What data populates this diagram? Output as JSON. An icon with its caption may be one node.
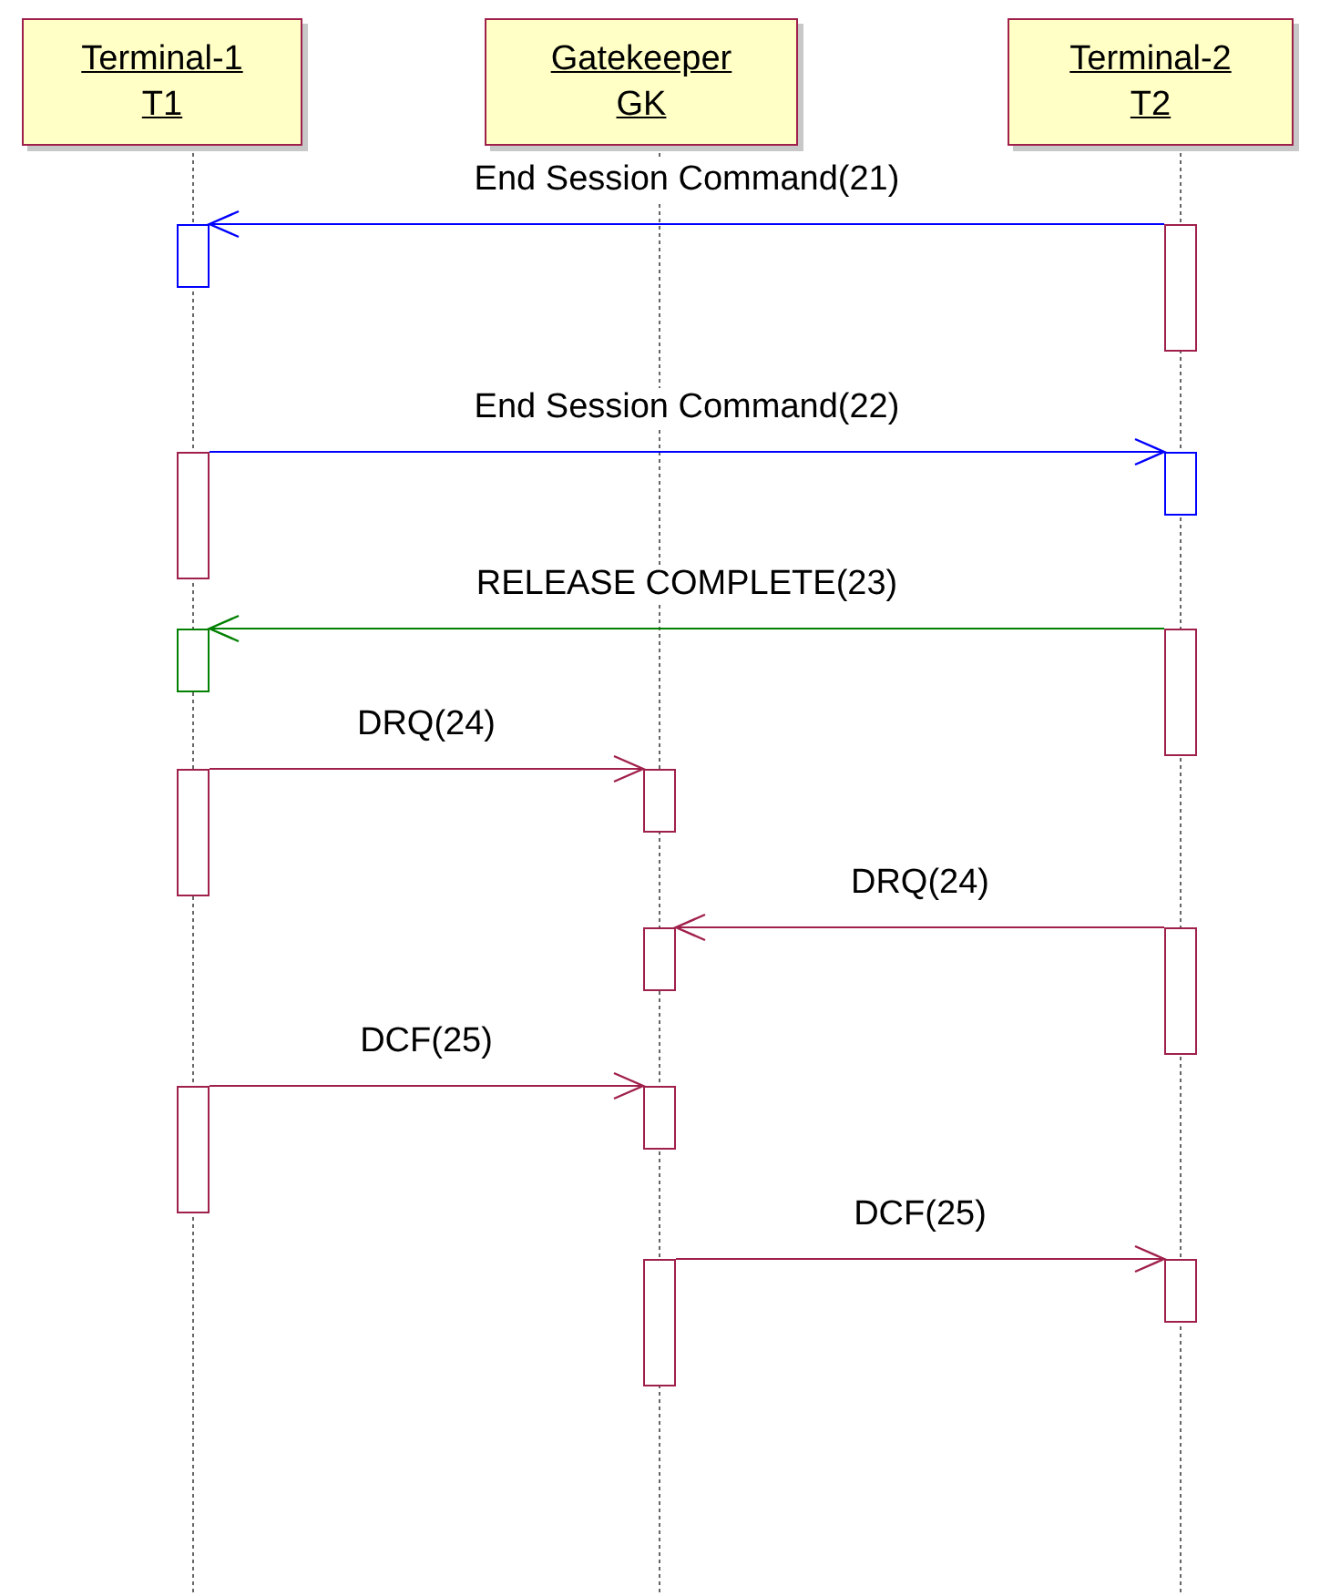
{
  "diagram": {
    "nodes": [
      {
        "text": [
          "Terminal-1",
          "T1"
        ]
      },
      {
        "text": [
          "Gatekeeper",
          "GK"
        ]
      },
      {
        "text": [
          "Terminal-2",
          "T2"
        ]
      },
      {
        "text": [],
        "shape": "bar"
      },
      {
        "text": [],
        "shape": "bar"
      },
      {
        "text": [],
        "shape": "bar"
      },
      {
        "text": [],
        "shape": "bar"
      },
      {
        "text": [],
        "shape": "bar"
      },
      {
        "text": [],
        "shape": "bar"
      },
      {
        "text": [],
        "shape": "bar"
      },
      {
        "text": [],
        "shape": "bar"
      },
      {
        "text": [],
        "shape": "bar"
      },
      {
        "text": [],
        "shape": "bar"
      },
      {
        "text": [],
        "shape": "bar"
      },
      {
        "text": [],
        "shape": "bar"
      },
      {
        "text": [],
        "shape": "bar"
      },
      {
        "text": [],
        "shape": "bar"
      }
    ],
    "edges": [
      {
        "from": 4,
        "to": 3,
        "arrow": "to",
        "label": "End Session Command(21)",
        "color": "#0000ff"
      },
      {
        "from": 5,
        "to": 6,
        "arrow": "to",
        "label": "End Session Command(22)",
        "color": "#0000ff"
      },
      {
        "from": 8,
        "to": 7,
        "arrow": "to",
        "label": "RELEASE COMPLETE(23)",
        "color": "#008000"
      },
      {
        "from": 9,
        "to": 10,
        "arrow": "to",
        "label": "DRQ(24)"
      },
      {
        "from": 12,
        "to": 11,
        "arrow": "to",
        "label": "DRQ(24)"
      },
      {
        "from": 13,
        "to": 14,
        "arrow": "to",
        "label": "DCF(25)"
      },
      {
        "from": 15,
        "to": 16,
        "arrow": "to",
        "label": "DCF(25)"
      }
    ]
  }
}
